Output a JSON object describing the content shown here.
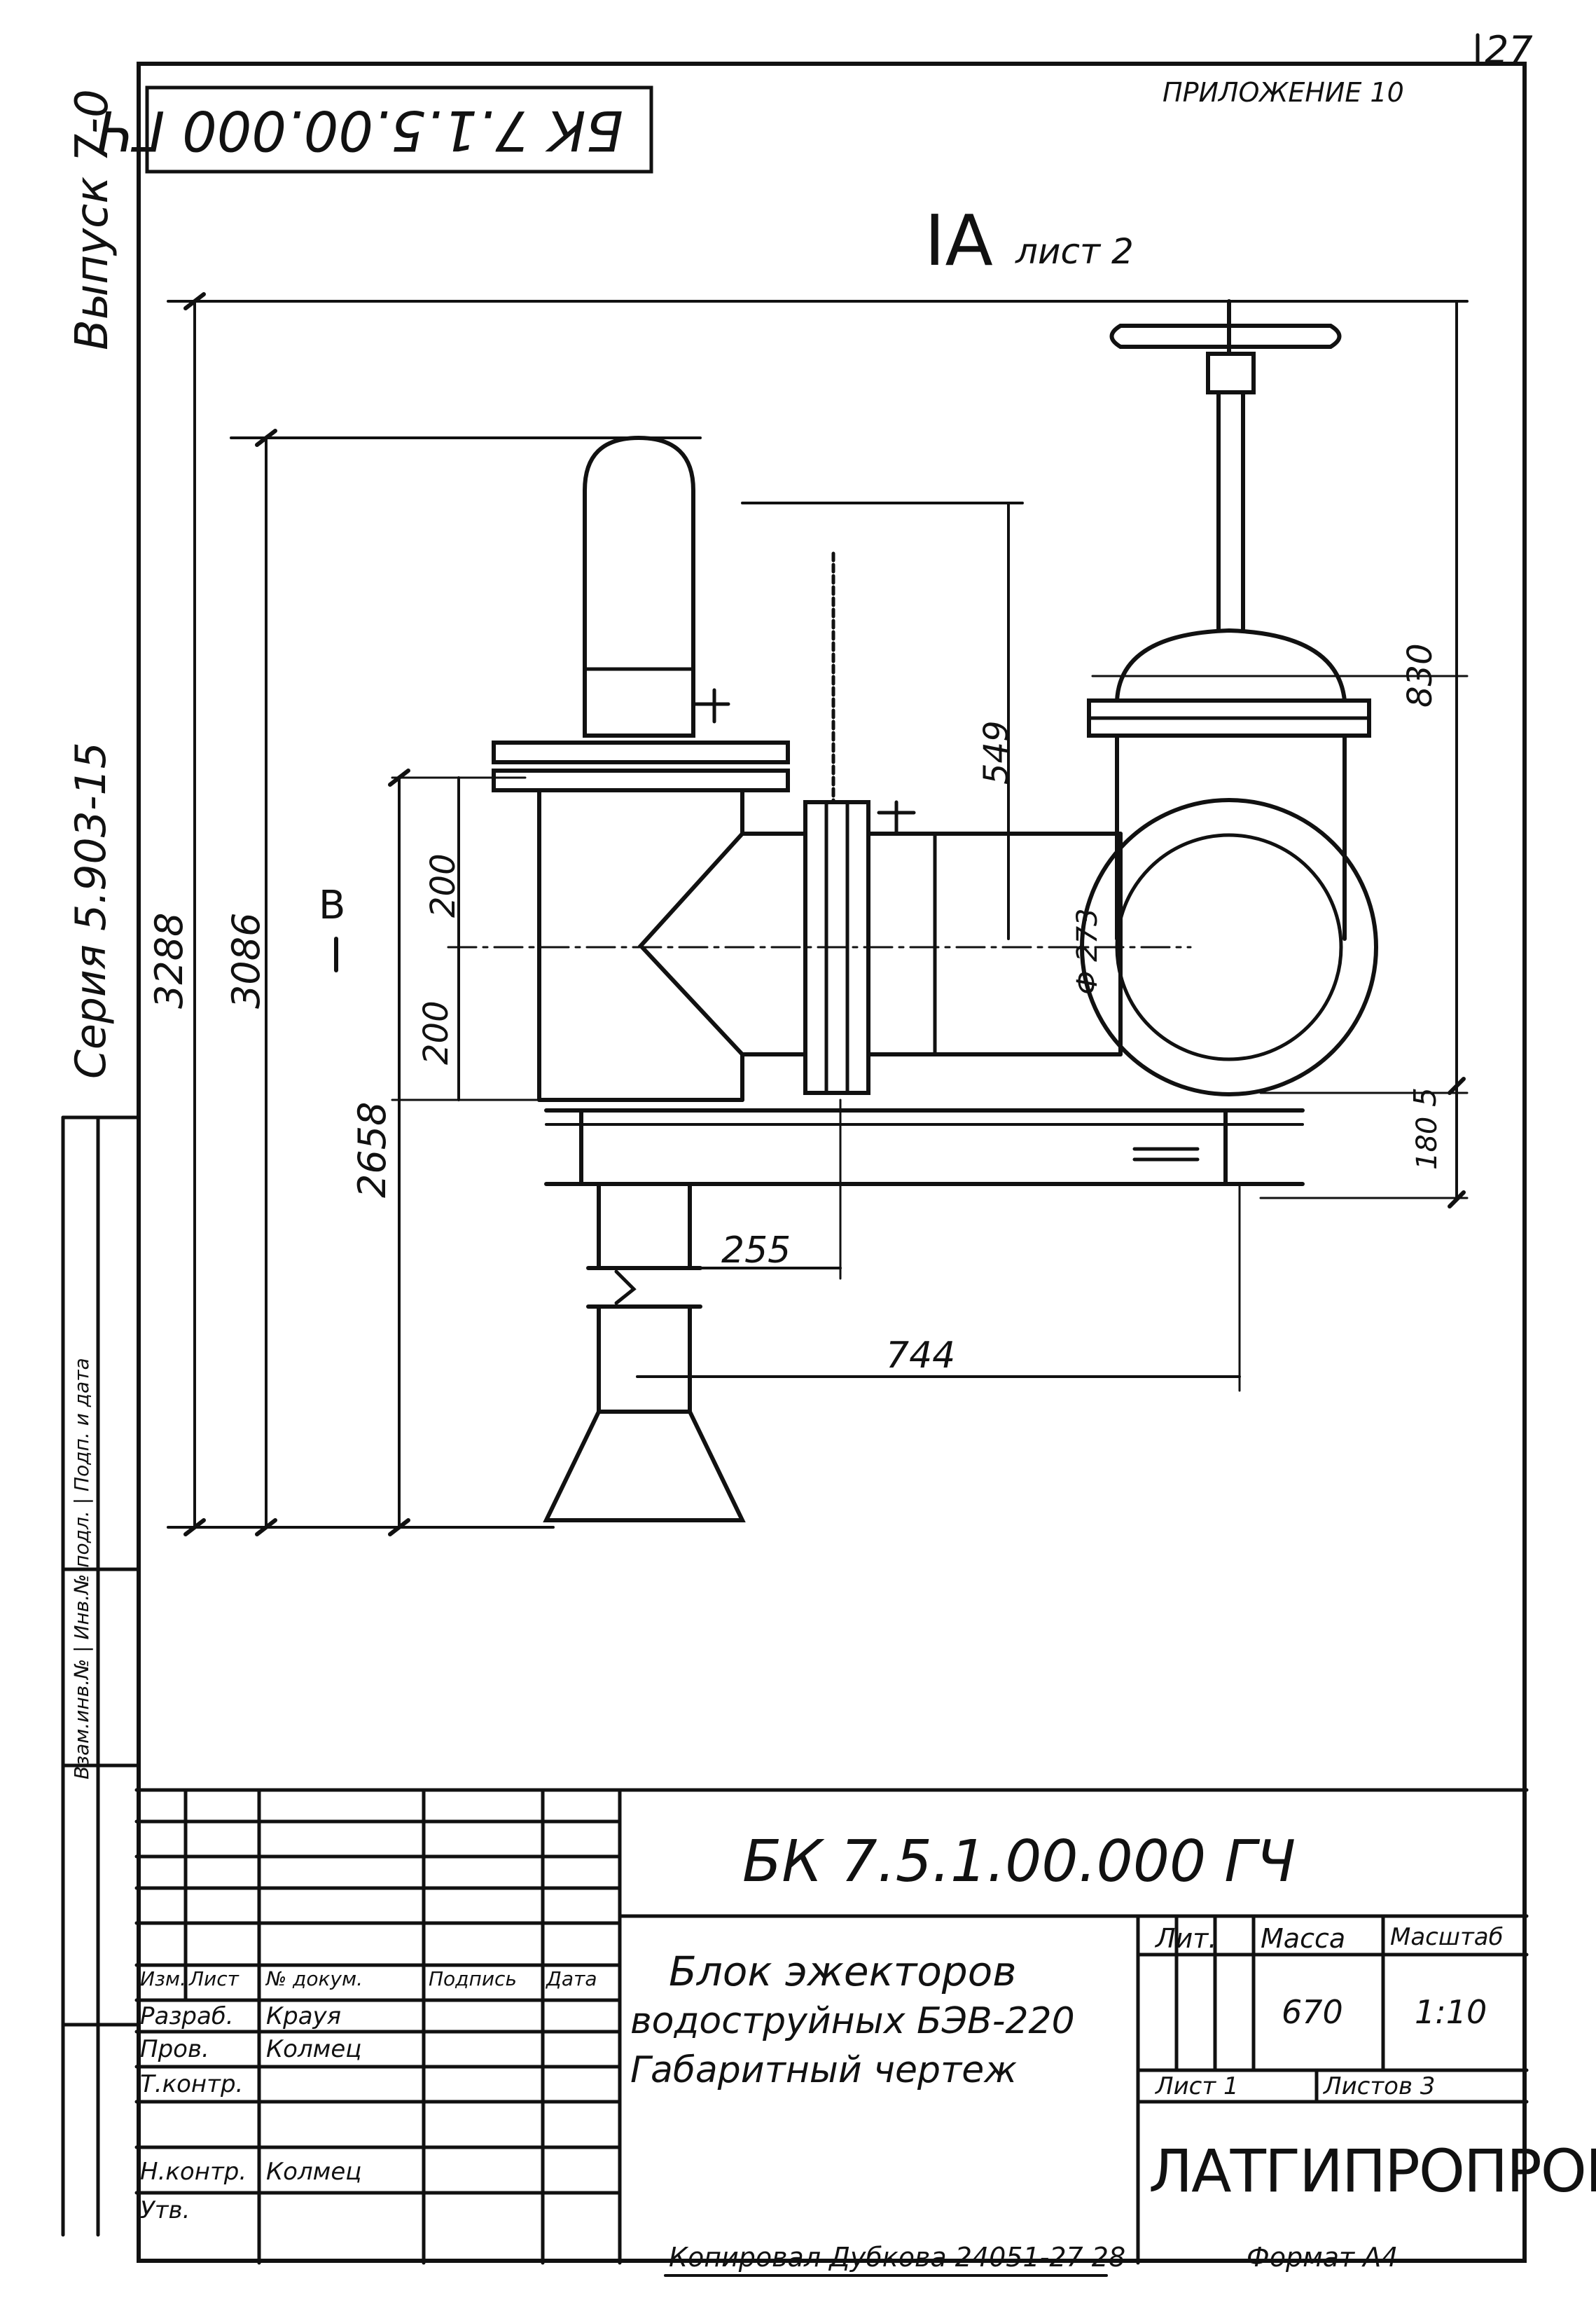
{
  "header": {
    "page_number": "27",
    "appendix": "ПРИЛОЖЕНИЕ 10",
    "code_mirrored": "БК 7.1.5.00.000 ГЧ",
    "view_label": "IA",
    "view_sheet": "лист 2"
  },
  "margin": {
    "issue": "Выпуск 7-0",
    "series": "Серия 5.903-15",
    "stamp_labels": "Взам.инв.№ | Инв.№ подл. | Подп. и дата"
  },
  "dimensions": {
    "d3288": "3288",
    "d3086": "3086",
    "d2658": "2658",
    "d200_top": "200",
    "d200_bottom": "200",
    "d549": "549",
    "d830": "830",
    "d273": "Ф 273",
    "d5": "5",
    "d180": "180",
    "d255": "255",
    "d744": "744",
    "section_mark": "В"
  },
  "title_block": {
    "designation": "БК 7.5.1.00.000 ГЧ",
    "headers": {
      "izm": "Изм.",
      "list": "Лист",
      "doc": "№ докум.",
      "sign": "Подпись",
      "date": "Дата"
    },
    "rows": [
      {
        "role": "Разраб.",
        "name": "Крауя"
      },
      {
        "role": "Пров.",
        "name": "Колмец"
      },
      {
        "role": "Т.контр.",
        "name": ""
      },
      {
        "role": "Н.контр.",
        "name": "Колмец"
      },
      {
        "role": "Утв.",
        "name": ""
      }
    ],
    "title_line1": "Блок эжекторов",
    "title_line2": "водоструйных БЭВ-220",
    "title_line3": "Габаритный чертеж",
    "lit_label": "Лит.",
    "mass_label": "Масса",
    "scale_label": "Масштаб",
    "mass_value": "670",
    "scale_value": "1:10",
    "sheet_label": "Лист 1",
    "sheets_label": "Листов 3",
    "organization": "ЛАТГИПРОПРОМ"
  },
  "footer": {
    "copied": "Копировал Дубкова 24051-27 28",
    "format": "Формат А4"
  },
  "colors": {
    "ink": "#111111",
    "paper": "#ffffff"
  }
}
